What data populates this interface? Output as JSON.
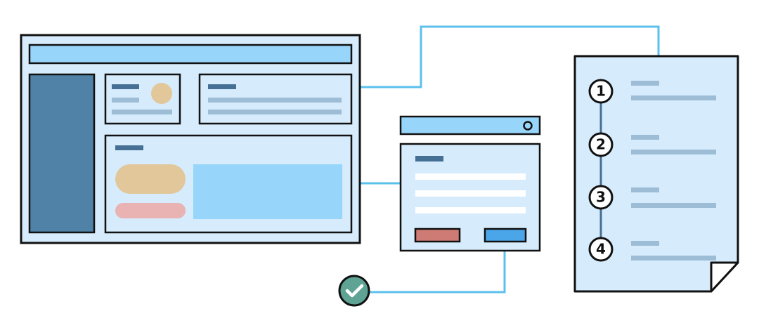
{
  "colors": {
    "outline": "#111111",
    "panel_fill": "#d6ebfb",
    "header_bar": "#97d5fb",
    "sidebar": "#4f82a6",
    "title_bar": "#466f95",
    "text_line": "#9dbcd5",
    "connector": "#5bc0ec",
    "avatar": "#e1c79a",
    "pill_tan": "#e1c79a",
    "pill_pink": "#e8b3b2",
    "content_box": "#97d5fb",
    "form_field": "#ffffff",
    "cancel_button": "#cd7b74",
    "submit_button": "#4aa6e8",
    "check_badge": "#5fa394",
    "document_fill": "#d6ebfb"
  },
  "icons": {
    "avatar": "avatar-icon",
    "window_control": "circle-icon",
    "success": "check-icon"
  },
  "document": {
    "steps": [
      {
        "number": "1"
      },
      {
        "number": "2"
      },
      {
        "number": "3"
      },
      {
        "number": "4"
      }
    ]
  }
}
